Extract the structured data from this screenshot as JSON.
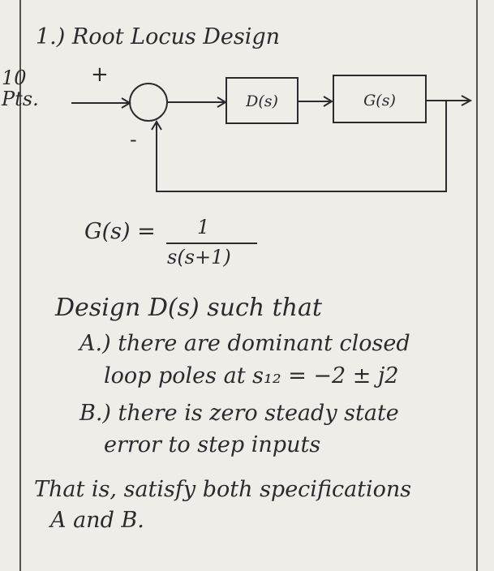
{
  "problem": {
    "heading": "1.) Root Locus Design",
    "points": "10",
    "points_unit": "Pts."
  },
  "diagram": {
    "plus_sign": "+",
    "minus_sign": "-",
    "controller_label": "D(s)",
    "plant_label": "G(s)"
  },
  "transfer_function": {
    "lhs": "G(s) =",
    "numerator": "1",
    "denominator": "s(s+1)"
  },
  "task": {
    "intro": "Design D(s) such that",
    "spec_a_line1": "A.) there are dominant closed",
    "spec_a_line2": "loop poles at s₁₂ = −2 ± j2",
    "spec_b_line1": "B.) there is zero steady state",
    "spec_b_line2": "error to step inputs",
    "summary_line1": "That is, satisfy both specifications",
    "summary_line2": "A and B."
  }
}
